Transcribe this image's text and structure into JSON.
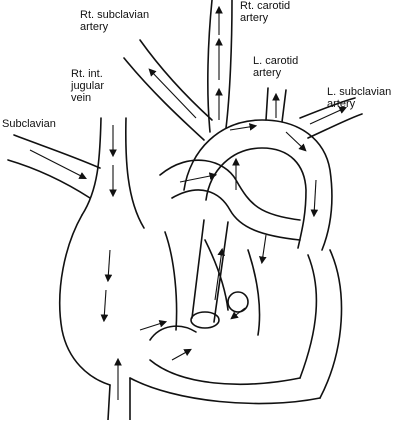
{
  "labels": {
    "rt_subclavian_artery": [
      "Rt. subclavian",
      "artery"
    ],
    "rt_carotid_artery": [
      "Rt. carotid",
      "artery"
    ],
    "l_carotid_artery": [
      "L. carotid",
      "artery"
    ],
    "l_subclavian_artery": [
      "L. subclavian",
      "artery"
    ],
    "rt_int_jugular_vein": [
      "Rt. int.",
      "jugular",
      "vein"
    ],
    "subclavian": [
      "Subclavian"
    ]
  },
  "colors": {
    "ink": "#111111",
    "background": "#ffffff"
  }
}
